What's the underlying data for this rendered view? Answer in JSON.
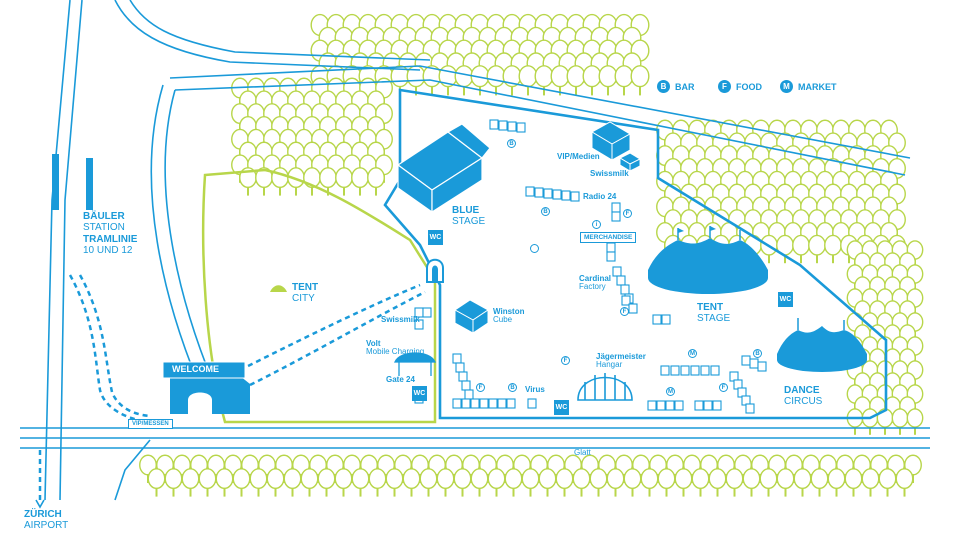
{
  "legend": [
    {
      "letter": "B",
      "label": "BAR"
    },
    {
      "letter": "F",
      "label": "FOOD"
    },
    {
      "letter": "M",
      "label": "MARKET"
    }
  ],
  "station": {
    "line1": "BÄULER",
    "line2": "STATION",
    "line3": "TRAMLINIE",
    "line4": "10 UND 12"
  },
  "airport": {
    "line1": "ZÜRICH",
    "line2": "AIRPORT"
  },
  "tent_city": {
    "line1": "TENT",
    "line2": "CITY"
  },
  "blue_stage": {
    "line1": "BLUE",
    "line2": "STAGE"
  },
  "tent_stage": {
    "line1": "TENT",
    "line2": "STAGE"
  },
  "dance_circus": {
    "line1": "DANCE",
    "line2": "CIRCUS"
  },
  "places": {
    "vip_medien": "VIP/Medien",
    "swissmilk_top": "Swissmilk",
    "radio24": "Radio 24",
    "merchandise": "MERCHANDISE",
    "cardinal": "Cardinal",
    "cardinal_sub": "Factory",
    "winston": "Winston",
    "winston_sub": "Cube",
    "swissmilk_left": "Swissmilk",
    "volt": "Volt",
    "volt_sub": "Mobile Charging",
    "gate24": "Gate 24",
    "jagermeister": "Jägermeister",
    "jagermeister_sub": "Hangar",
    "virus": "Virus",
    "welcome": "WELCOME",
    "vip_messen": "VIP/MESSEN",
    "glatt": "Glatt"
  },
  "wc": "WC",
  "markers": {
    "bar": "B",
    "food": "F",
    "market": "M",
    "info": "i"
  },
  "colors": {
    "blue": "#1a9ad9",
    "green": "#b8d64a"
  }
}
